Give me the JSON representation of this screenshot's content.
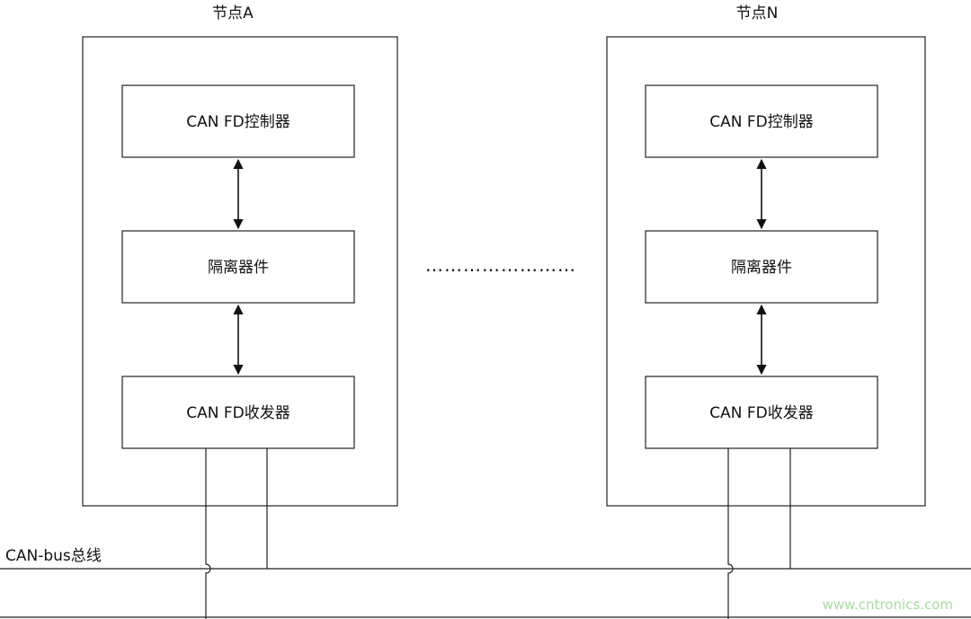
{
  "nodes": [
    {
      "title": "节点A",
      "blocks": [
        "CAN FD控制器",
        "隔离器件",
        "CAN FD收发器"
      ]
    },
    {
      "title": "节点N",
      "blocks": [
        "CAN FD控制器",
        "隔离器件",
        "CAN FD收发器"
      ]
    }
  ],
  "ellipsis": "……………………",
  "bus": {
    "label": "CAN-bus总线"
  },
  "watermark": "www.cntronics.com"
}
